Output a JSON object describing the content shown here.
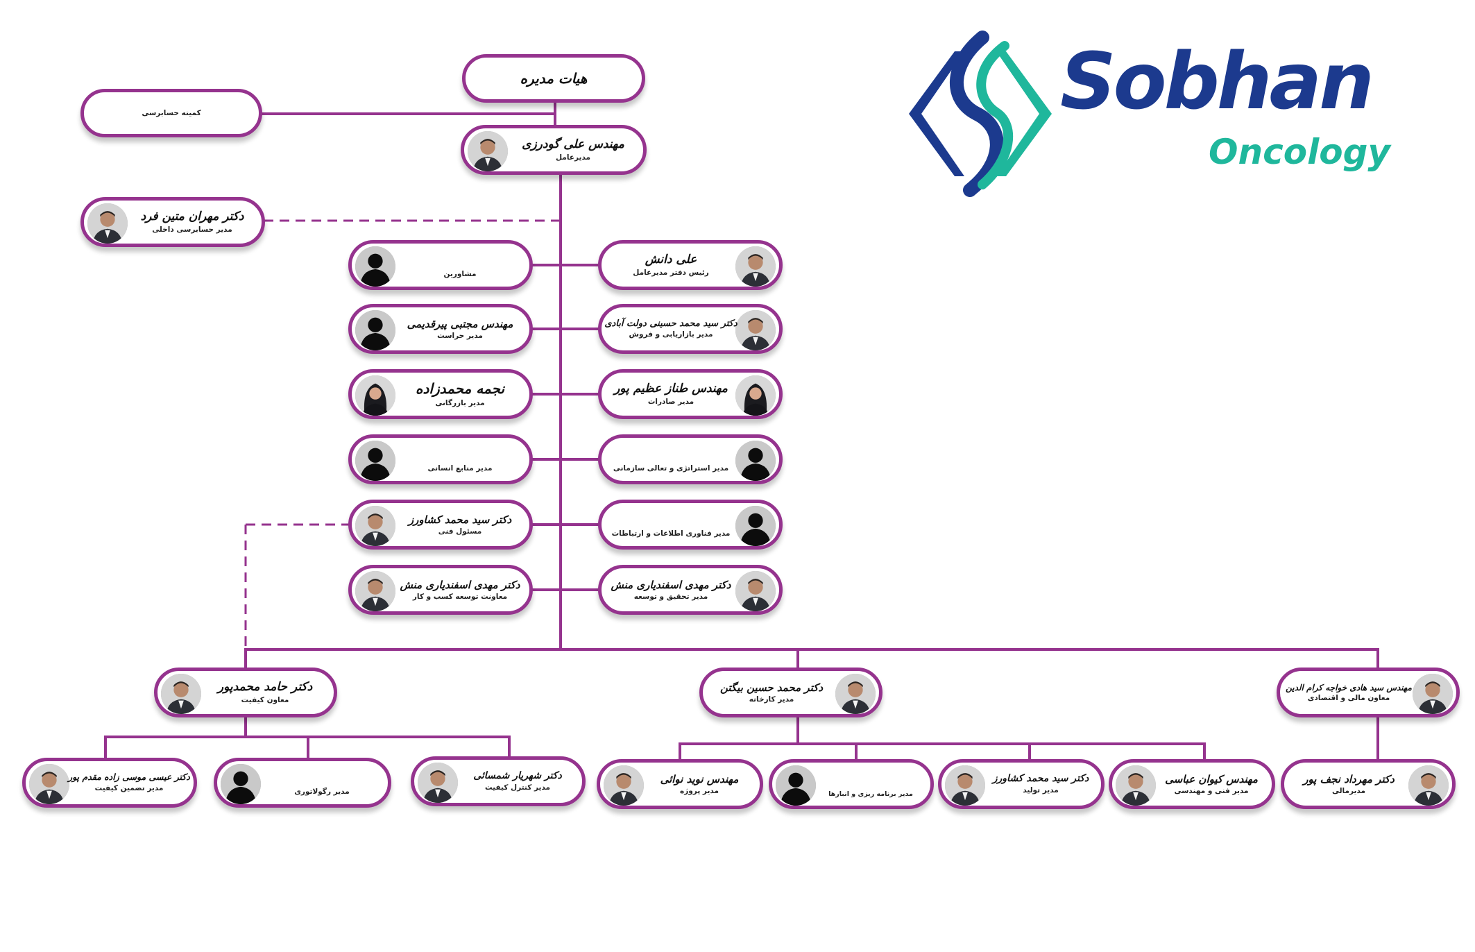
{
  "logo": {
    "brand": "Sobhan",
    "sub": "Oncology",
    "primary_color": "#1c3a8e",
    "accent_color": "#1fb79c"
  },
  "colors": {
    "line": "#95338e"
  },
  "nodes": [
    {
      "id": "board",
      "name": "هیات مدیره",
      "title": "",
      "photo": "none"
    },
    {
      "id": "audit-committee",
      "name": "",
      "title": "کمیته حسابرسی",
      "photo": "none"
    },
    {
      "id": "ceo",
      "name": "مهندس علی گودرزی",
      "title": "مدیرعامل",
      "photo": "man"
    },
    {
      "id": "internal-audit",
      "name": "دکتر مهران متین فرد",
      "title": "مدیر حسابرسی داخلی",
      "photo": "man"
    },
    {
      "id": "ceo-office",
      "name": "علی دانش",
      "title": "رئیس دفتر مدیرعامل",
      "photo": "man"
    },
    {
      "id": "advisors",
      "name": "",
      "title": "مشاورین",
      "photo": "silhouette"
    },
    {
      "id": "sales",
      "name": "دکتر سید محمد حسینی دولت آبادی",
      "title": "مدیر بازاریابی و فروش",
      "photo": "man"
    },
    {
      "id": "security",
      "name": "مهندس مجتبی پیرقدیمی",
      "title": "مدیر حراست",
      "photo": "silhouette"
    },
    {
      "id": "exports",
      "name": "مهندس طناز عظیم پور",
      "title": "مدیر صادرات",
      "photo": "woman"
    },
    {
      "id": "commerce",
      "name": "نجمه محمدزاده",
      "title": "مدیر بازرگانی",
      "photo": "woman"
    },
    {
      "id": "strategy",
      "name": "",
      "title": "مدیر استراتژی و تعالی سازمانی",
      "photo": "silhouette"
    },
    {
      "id": "hr",
      "name": "",
      "title": "مدیر منابع انسانی",
      "photo": "silhouette"
    },
    {
      "id": "it",
      "name": "",
      "title": "مدیر فناوری اطلاعات و ارتباطات",
      "photo": "silhouette"
    },
    {
      "id": "technical",
      "name": "دکتر سید محمد کشاورز",
      "title": "مسئول فنی",
      "photo": "man"
    },
    {
      "id": "rnd",
      "name": "دکتر مهدی اسفندیاری منش",
      "title": "مدیر تحقیق و توسعه",
      "photo": "man"
    },
    {
      "id": "bizdev",
      "name": "دکتر مهدی اسفندیاری منش",
      "title": "معاونت توسعه کسب و کار",
      "photo": "man"
    },
    {
      "id": "quality-vp",
      "name": "دکتر حامد محمدپور",
      "title": "معاون کیفیت",
      "photo": "man"
    },
    {
      "id": "factory",
      "name": "دکتر محمد حسین بیگتن",
      "title": "مدیر کارخانه",
      "photo": "man"
    },
    {
      "id": "finance-vp",
      "name": "مهندس سید هادی خواجه کرام الدین",
      "title": "معاون مالی و اقتصادی",
      "photo": "man"
    },
    {
      "id": "qa",
      "name": "دکتر عیسی موسی زاده مقدم پور",
      "title": "مدیر تضمین کیفیت",
      "photo": "man"
    },
    {
      "id": "regulatory",
      "name": "",
      "title": "مدیر رگولاتوری",
      "photo": "silhouette"
    },
    {
      "id": "qc",
      "name": "دکتر شهریار شمسائی",
      "title": "مدیر کنترل کیفیت",
      "photo": "man"
    },
    {
      "id": "project",
      "name": "مهندس نوید نوائی",
      "title": "مدیر پروژه",
      "photo": "man"
    },
    {
      "id": "planning",
      "name": "",
      "title": "مدیر برنامه ریزی و انبارها",
      "photo": "silhouette"
    },
    {
      "id": "production",
      "name": "دکتر سید محمد کشاورز",
      "title": "مدیر تولید",
      "photo": "man"
    },
    {
      "id": "engineering",
      "name": "مهندس کیوان عباسی",
      "title": "مدیر فنی و مهندسی",
      "photo": "man"
    },
    {
      "id": "finance",
      "name": "دکتر مهرداد نجف پور",
      "title": "مدیرمالی",
      "photo": "man"
    }
  ]
}
